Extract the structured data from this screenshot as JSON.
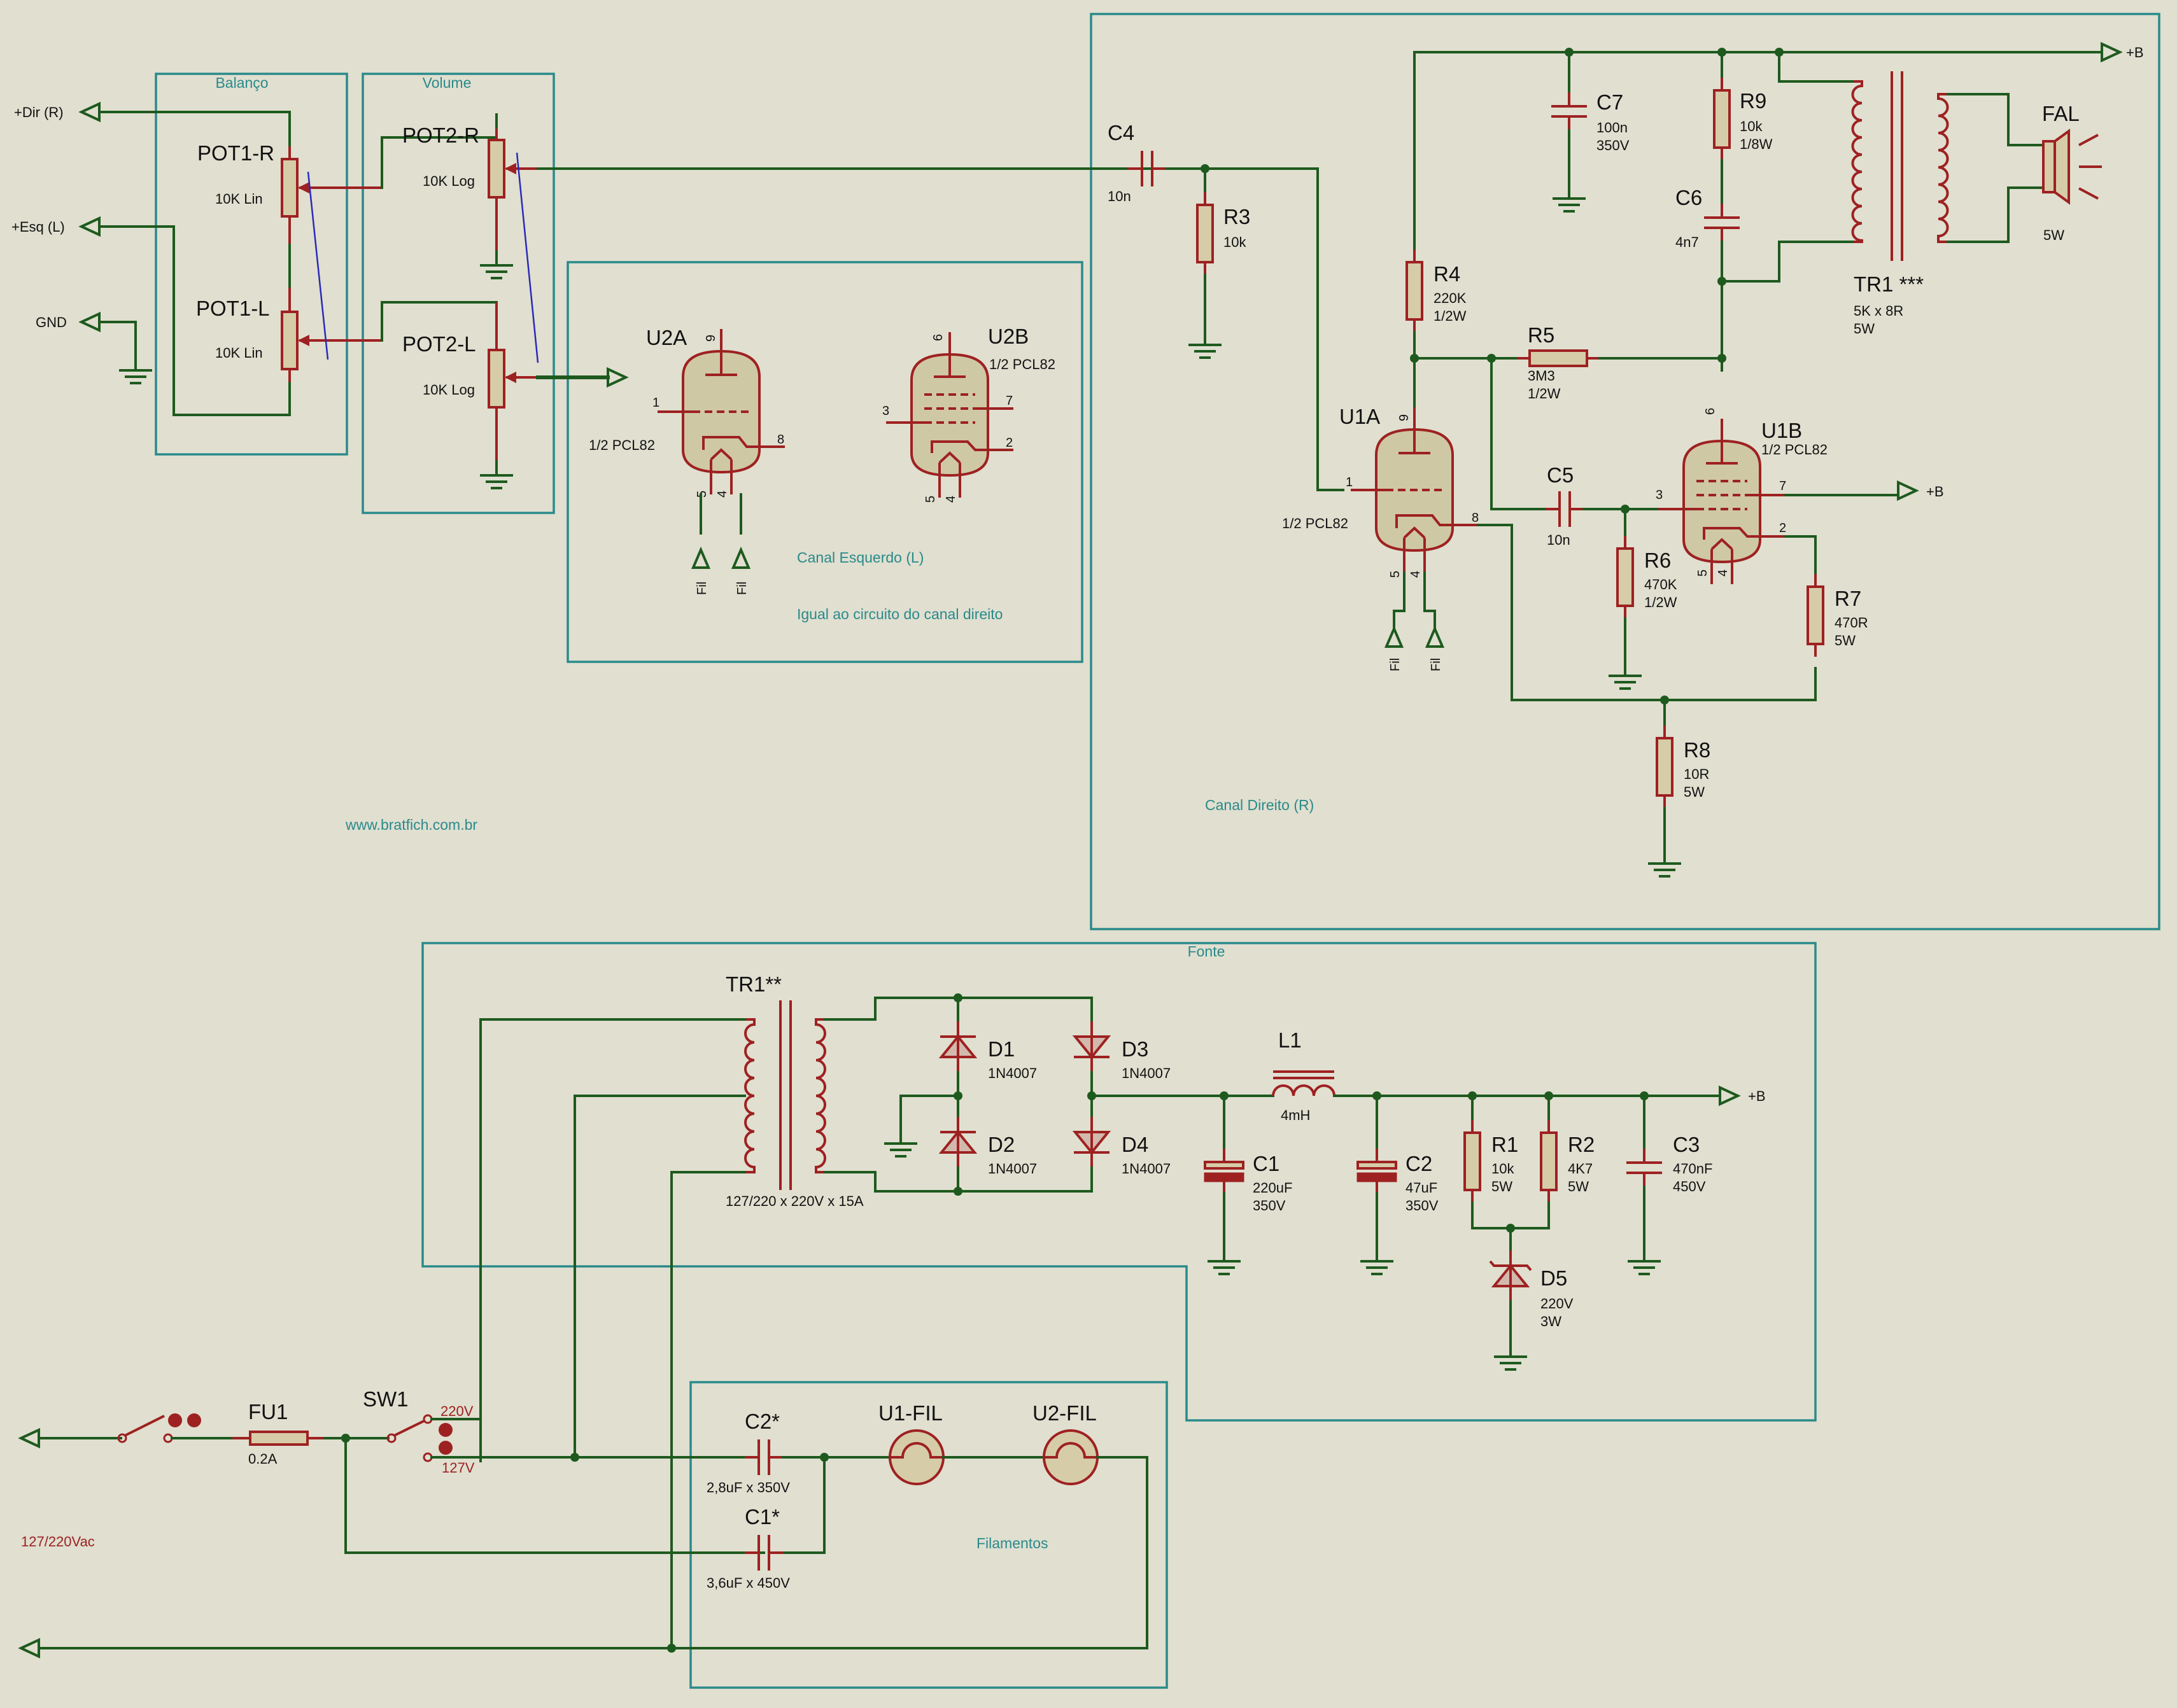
{
  "colors": {
    "wire": "#1e5a1e",
    "component": "#9e2121",
    "box": "#2a8a8a",
    "background": "#e0dfd0"
  },
  "ports": {
    "dir": "+Dir (R)",
    "esq": "+Esq (L)",
    "gnd": "GND",
    "b": "+B"
  },
  "boxes": {
    "balanco": "Balanço",
    "volume": "Volume",
    "canal_esq": "Canal Esquerdo (L)",
    "canal_esq_note": "Igual ao circuito do canal direito",
    "canal_dir": "Canal Direito (R)",
    "fonte": "Fonte",
    "filamentos": "Filamentos"
  },
  "website": "www.bratfich.com.br",
  "pots": [
    {
      "ref": "POT1-R",
      "value": "10K Lin"
    },
    {
      "ref": "POT1-L",
      "value": "10K Lin"
    },
    {
      "ref": "POT2-R",
      "value": "10K Log"
    },
    {
      "ref": "POT2-L",
      "value": "10K Log"
    }
  ],
  "tubes": {
    "u2a": {
      "ref": "U2A",
      "value": "1/2 PCL82",
      "pins": [
        "9",
        "1",
        "8",
        "5",
        "4"
      ],
      "fil": "Fil"
    },
    "u2b": {
      "ref": "U2B",
      "value": "1/2 PCL82",
      "pins": [
        "6",
        "3",
        "7",
        "2",
        "5",
        "4"
      ]
    },
    "u1a": {
      "ref": "U1A",
      "value": "1/2 PCL82",
      "pins": [
        "9",
        "1",
        "8",
        "5",
        "4"
      ],
      "fil": "Fil"
    },
    "u1b": {
      "ref": "U1B",
      "value": "1/2 PCL82",
      "pins": [
        "6",
        "3",
        "7",
        "2",
        "5",
        "4"
      ]
    }
  },
  "amp": {
    "c4": {
      "ref": "C4",
      "v1": "10n"
    },
    "r3": {
      "ref": "R3",
      "v1": "10k"
    },
    "c7": {
      "ref": "C7",
      "v1": "100n",
      "v2": "350V"
    },
    "r9": {
      "ref": "R9",
      "v1": "10k",
      "v2": "1/8W"
    },
    "c6": {
      "ref": "C6",
      "v1": "4n7"
    },
    "r4": {
      "ref": "R4",
      "v1": "220K",
      "v2": "1/2W"
    },
    "r5": {
      "ref": "R5",
      "v1": "3M3",
      "v2": "1/2W"
    },
    "c5": {
      "ref": "C5",
      "v1": "10n"
    },
    "r6": {
      "ref": "R6",
      "v1": "470K",
      "v2": "1/2W"
    },
    "r7": {
      "ref": "R7",
      "v1": "470R",
      "v2": "5W"
    },
    "r8": {
      "ref": "R8",
      "v1": "10R",
      "v2": "5W"
    },
    "tr1": {
      "ref": "TR1 ***",
      "v1": "5K x 8R",
      "v2": "5W"
    },
    "fal": {
      "ref": "FAL",
      "v1": "5W"
    }
  },
  "psu": {
    "tr1": {
      "ref": "TR1**",
      "v1": "127/220 x 220V x 15A"
    },
    "d1": {
      "ref": "D1",
      "v1": "1N4007"
    },
    "d2": {
      "ref": "D2",
      "v1": "1N4007"
    },
    "d3": {
      "ref": "D3",
      "v1": "1N4007"
    },
    "d4": {
      "ref": "D4",
      "v1": "1N4007"
    },
    "l1": {
      "ref": "L1",
      "v1": "4mH"
    },
    "c1": {
      "ref": "C1",
      "v1": "220uF",
      "v2": "350V"
    },
    "c2": {
      "ref": "C2",
      "v1": "47uF",
      "v2": "350V"
    },
    "r1": {
      "ref": "R1",
      "v1": "10k",
      "v2": "5W"
    },
    "r2": {
      "ref": "R2",
      "v1": "4K7",
      "v2": "5W"
    },
    "c3": {
      "ref": "C3",
      "v1": "470nF",
      "v2": "450V"
    },
    "d5": {
      "ref": "D5",
      "v1": "220V",
      "v2": "3W"
    }
  },
  "mains": {
    "fu1": {
      "ref": "FU1",
      "v1": "0.2A"
    },
    "sw1": {
      "ref": "SW1"
    },
    "sw_220": "220V",
    "sw_127": "127V",
    "input": "127/220Vac",
    "c2s": {
      "ref": "C2*",
      "v1": "2,8uF x 350V"
    },
    "c1s": {
      "ref": "C1*",
      "v1": "3,6uF x 450V"
    },
    "u1fil": "U1-FIL",
    "u2fil": "U2-FIL"
  }
}
